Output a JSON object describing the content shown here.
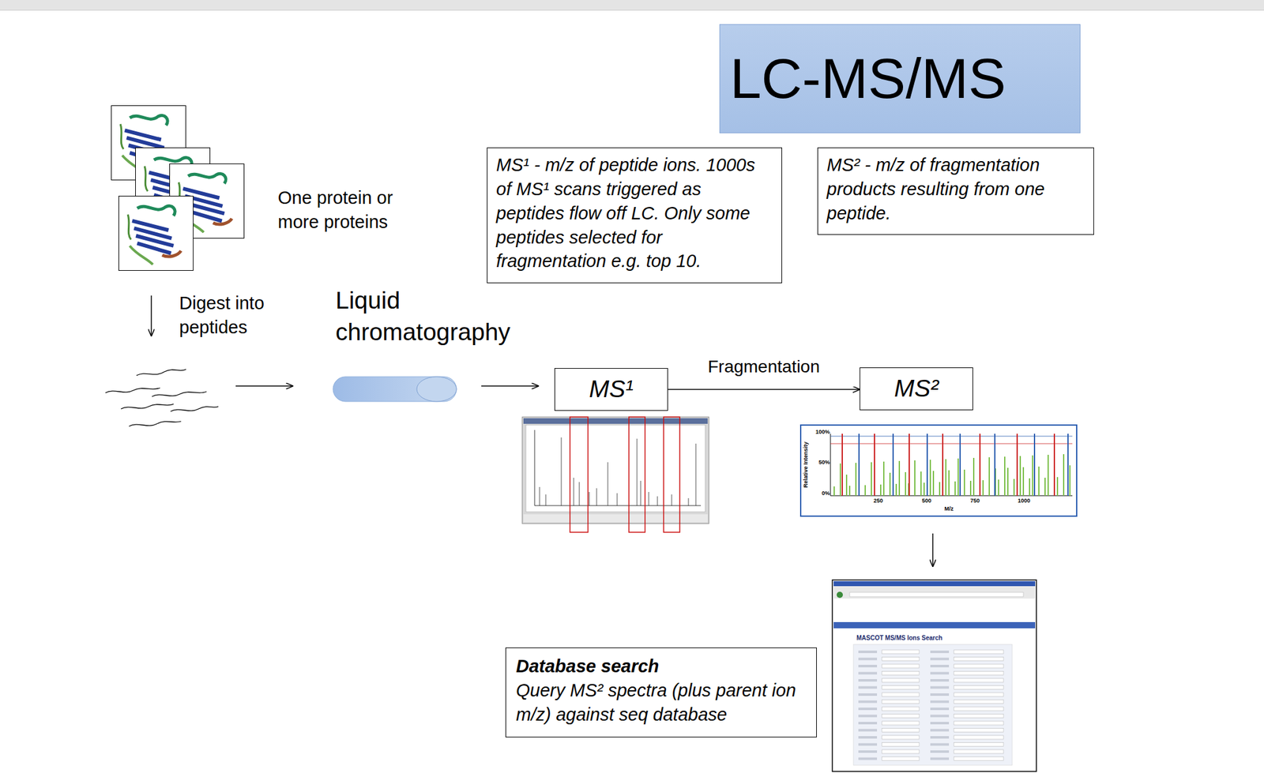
{
  "diagram": {
    "nodes": [
      {
        "text": [
          "LC-MS/MS"
        ]
      },
      {
        "text": [
          "MS¹ - m/z of peptide ions. 1000s of MS¹ scans triggered as peptides flow off LC. Only some peptides selected for fragmentation e.g. top 10."
        ]
      },
      {
        "text": [
          "MS² - m/z of fragmentation products resulting from one peptide."
        ]
      },
      {
        "text": [
          "MS¹"
        ]
      },
      {
        "text": [
          "MS²"
        ]
      },
      {
        "text": [
          "Database search",
          "Query MS² spectra (plus parent ion m/z) against seq database"
        ]
      }
    ],
    "edges": [
      {
        "from": 3,
        "to": 4,
        "label": "Fragmentation",
        "arrow": "to"
      }
    ],
    "labels": [
      "One protein or more proteins",
      "Digest into peptides",
      "Liquid chromatography",
      "100%",
      "50%",
      "0%",
      "Relative Intensity",
      "250",
      "500",
      "750",
      "1000",
      "M/z",
      "MASCOT MS/MS Ions Search"
    ]
  }
}
